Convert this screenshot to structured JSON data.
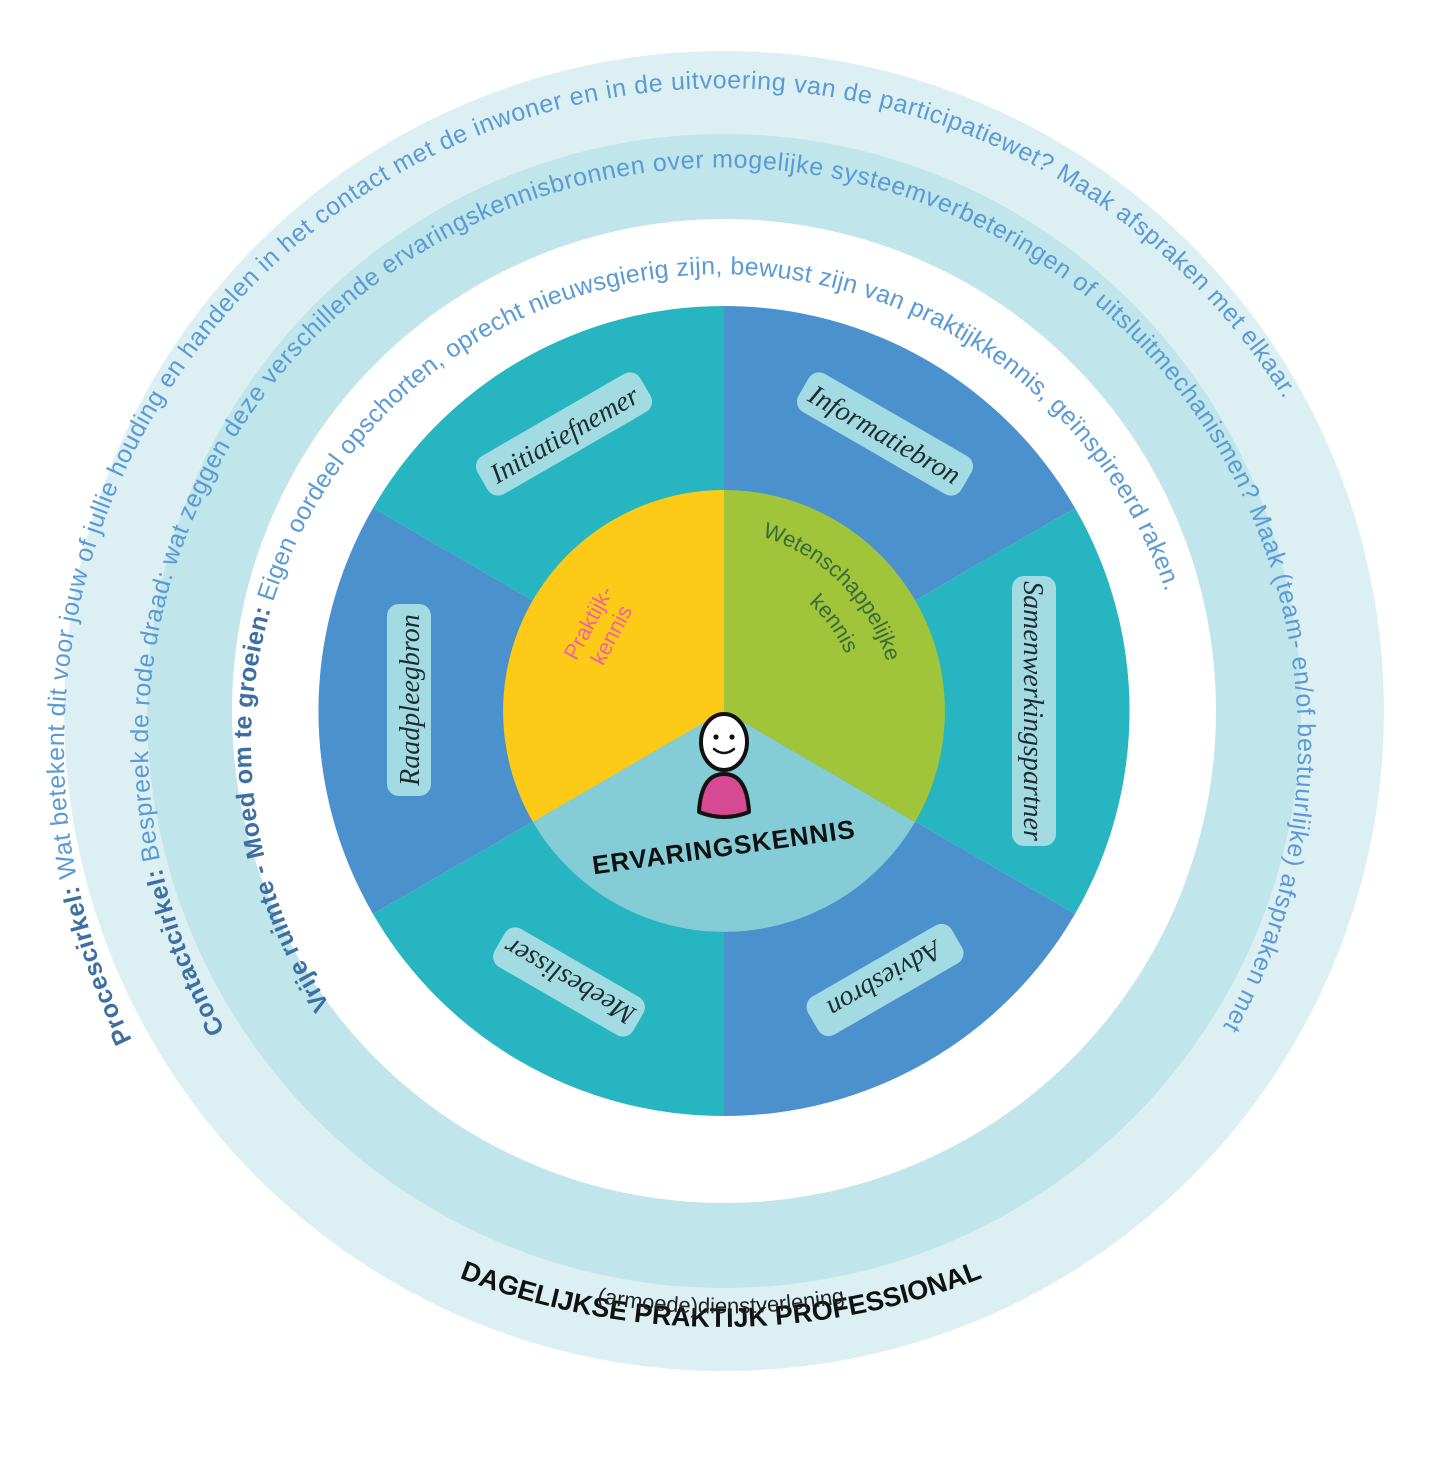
{
  "colors": {
    "outer_ring": "#dcf0f4",
    "middle_ring": "#c0e5ea",
    "white_ring": "#ffffff",
    "teal": "#27b5c1",
    "blue": "#4b91cd",
    "yellow": "#fdca18",
    "green": "#a0c43a",
    "light_blue": "#84cdd7",
    "pill": "#a3dbe3",
    "pink": "#f0649c",
    "green_text": "#3b6a3c",
    "arc_text": "#5b9bd5",
    "arc_bold": "#3d6fa3"
  },
  "rings": {
    "procescirkel": {
      "label": "Procescirkel:",
      "text": "Wat betekent dit voor jouw of jullie houding en handelen in het contact met de inwoner en in de uitvoering van de participatiewet? Maak afspraken met elkaar."
    },
    "contactcirkel": {
      "label": "Contactcirkel:",
      "text": "Bespreek de rode draad: wat zeggen deze verschillende ervaringskennisbronnen over mogelijke systeemverbeteringen of uitsluitmechanismen? Maak (team- en/of bestuurlijke) afspraken met elkaar."
    },
    "vrije_ruimte": {
      "label": "Vrije ruimte - Moed om te groeien:",
      "text": "Eigen oordeel opschorten, oprecht nieuwsgierig zijn, bewust zijn van praktijkkennis, geïnspireerd raken."
    }
  },
  "roles": [
    {
      "label": "Initiatiefnemer",
      "icon": "initiatiefnemer-segment"
    },
    {
      "label": "Informatiebron",
      "icon": "informatiebron-segment"
    },
    {
      "label": "Samenwerkingspartner",
      "icon": "samenwerkingspartner-segment"
    },
    {
      "label": "Adviesbron",
      "icon": "adviesbron-segment"
    },
    {
      "label": "Meebeslisser",
      "icon": "meebeslisser-segment"
    },
    {
      "label": "Raadpleegbron",
      "icon": "raadpleegbron-segment"
    }
  ],
  "knowledge": {
    "praktijk_line1": "Praktijk-",
    "praktijk_line2": "kennis",
    "wetenschap_line1": "Wetenschappelijke",
    "wetenschap_line2": "kennis",
    "ervaring": "ERVARINGSKENNIS"
  },
  "center_icon": "person-icon",
  "footer": {
    "title": "DAGELIJKSE PRAKTIJK PROFESSIONAL",
    "subtitle": "(armoede)dienstverlening"
  }
}
